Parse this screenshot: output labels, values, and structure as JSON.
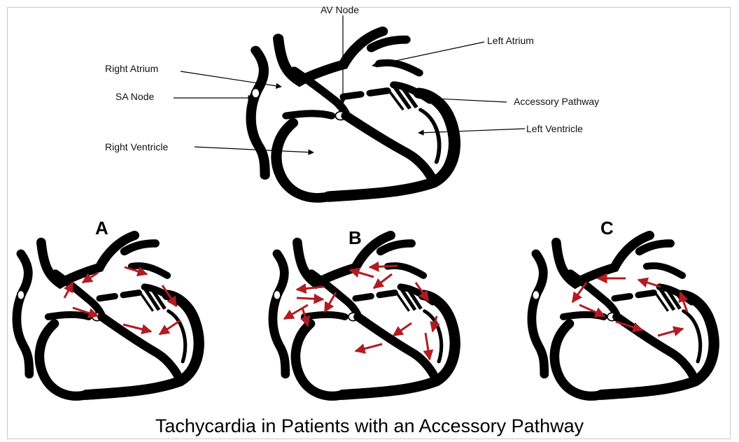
{
  "labels": {
    "av_node": "AV Node",
    "left_atrium": "Left Atrium",
    "right_atrium": "Right Atrium",
    "sa_node": "SA Node",
    "accessory_pathway": "Accessory Pathway",
    "left_ventricle": "Left Ventricle",
    "right_ventricle": "Right Ventricle"
  },
  "panels": [
    {
      "letter": "A"
    },
    {
      "letter": "B"
    },
    {
      "letter": "C"
    }
  ],
  "caption": "Tachycardia in Patients with an Accessory Pathway",
  "colors": {
    "heart": "#000000",
    "arrow": "#b01c22",
    "background": "#ffffff"
  }
}
